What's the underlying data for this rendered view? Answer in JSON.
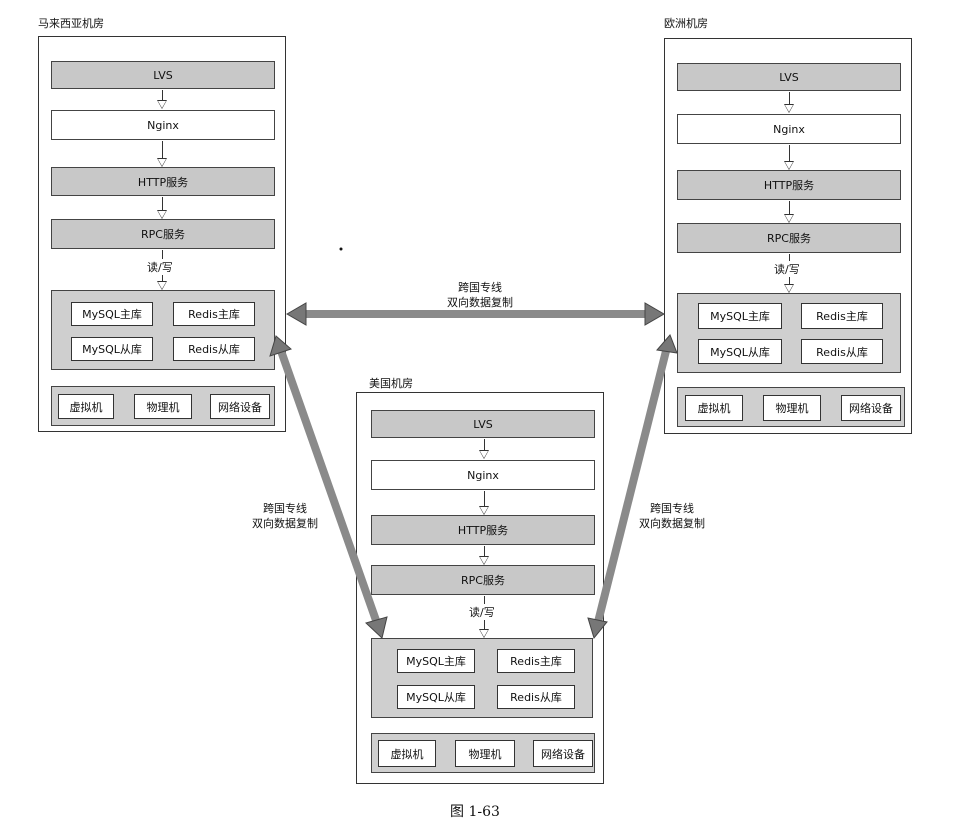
{
  "datacenters": {
    "malaysia": {
      "title": "马来西亚机房",
      "layers": [
        "LVS",
        "Nginx",
        "HTTP服务",
        "RPC服务"
      ],
      "read_write": "读/写",
      "storage": [
        "MySQL主库",
        "Redis主库",
        "MySQL从库",
        "Redis从库"
      ],
      "infra": [
        "虚拟机",
        "物理机",
        "网络设备"
      ]
    },
    "europe": {
      "title": "欧洲机房",
      "layers": [
        "LVS",
        "Nginx",
        "HTTP服务",
        "RPC服务"
      ],
      "read_write": "读/写",
      "storage": [
        "MySQL主库",
        "Redis主库",
        "MySQL从库",
        "Redis从库"
      ],
      "infra": [
        "虚拟机",
        "物理机",
        "网络设备"
      ]
    },
    "usa": {
      "title": "美国机房",
      "layers": [
        "LVS",
        "Nginx",
        "HTTP服务",
        "RPC服务"
      ],
      "read_write": "读/写",
      "storage": [
        "MySQL主库",
        "Redis主库",
        "MySQL从库",
        "Redis从库"
      ],
      "infra": [
        "虚拟机",
        "物理机",
        "网络设备"
      ]
    }
  },
  "links": {
    "top": {
      "line1": "跨国专线",
      "line2": "双向数据复制"
    },
    "left": {
      "line1": "跨国专线",
      "line2": "双向数据复制"
    },
    "right": {
      "line1": "跨国专线",
      "line2": "双向数据复制"
    }
  },
  "caption": "图 1-63",
  "colors": {
    "layer_gray": "#c8c8c8",
    "group_gray": "#cfcfcf",
    "link_arrow": "#8a8a8a"
  }
}
